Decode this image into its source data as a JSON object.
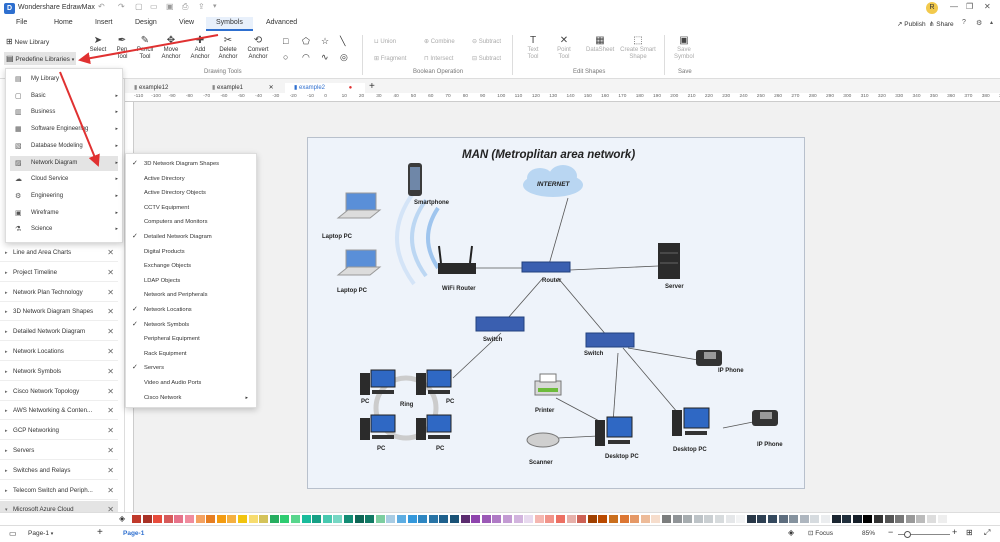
{
  "app": {
    "title": "Wondershare EdrawMax",
    "user_initial": "R",
    "publish_label": "Publish",
    "share_label": "Share"
  },
  "menu": {
    "file": "File",
    "home": "Home",
    "insert": "Insert",
    "design": "Design",
    "view": "View",
    "symbols": "Symbols",
    "advanced": "Advanced"
  },
  "ribbon": {
    "new_library": "New Library",
    "predefine_libraries": "Predefine Libraries",
    "select": "Select",
    "pen_tool": "Pen Tool",
    "pencil_tool": "Pencil Tool",
    "move_anchor": "Move Anchor",
    "add_anchor": "Add Anchor",
    "delete_anchor": "Delete Anchor",
    "convert_anchor": "Convert Anchor",
    "drawing_tools": "Drawing Tools",
    "union": "Union",
    "combine": "Combine",
    "subtract": "Subtract",
    "fragment": "Fragment",
    "intersect": "Intersect",
    "subtract2": "Subtract",
    "boolean_operation": "Boolean Operation",
    "text_tool": "Text Tool",
    "point_tool": "Point Tool",
    "datasheet": "DataSheet",
    "create_smart_shape": "Create Smart Shape",
    "edit_shapes": "Edit Shapes",
    "save_symbol": "Save Symbol",
    "save": "Save"
  },
  "dropdown": [
    "My Library",
    "Basic",
    "Business",
    "Software Engineering",
    "Database Modeling",
    "Network Diagram",
    "Cloud Service",
    "Engineering",
    "Wireframe",
    "Science"
  ],
  "submenu": [
    {
      "label": "3D Network Diagram Shapes",
      "checked": true
    },
    {
      "label": "Active Directory",
      "checked": false
    },
    {
      "label": "Active Directory Objects",
      "checked": false
    },
    {
      "label": "CCTV Equipment",
      "checked": false
    },
    {
      "label": "Computers and Monitors",
      "checked": false
    },
    {
      "label": "Detailed Network Diagram",
      "checked": true
    },
    {
      "label": "Digital Products",
      "checked": false
    },
    {
      "label": "Exchange Objects",
      "checked": false
    },
    {
      "label": "LDAP Objects",
      "checked": false
    },
    {
      "label": "Network and Peripherals",
      "checked": false
    },
    {
      "label": "Network Locations",
      "checked": true
    },
    {
      "label": "Network Symbols",
      "checked": true
    },
    {
      "label": "Peripheral Equipment",
      "checked": false
    },
    {
      "label": "Rack Equipment",
      "checked": false
    },
    {
      "label": "Servers",
      "checked": true
    },
    {
      "label": "Video and Audio Ports",
      "checked": false
    },
    {
      "label": "Cisco Network",
      "checked": false
    }
  ],
  "libraries": [
    "Line and Area Charts",
    "Project Timeline",
    "Network Plan Technology",
    "3D Network Diagram Shapes",
    "Detailed Network Diagram",
    "Network Locations",
    "Network Symbols",
    "Cisco Network Topology",
    "AWS Networking & Conten...",
    "GCP Networking",
    "Servers",
    "Switches and Relays",
    "Telecom Switch and Periph...",
    "Microsoft Azure Cloud"
  ],
  "tabs": [
    "example12",
    "example1",
    "example2"
  ],
  "ruler_ticks": [
    "-110",
    "-100",
    "-90",
    "-80",
    "-70",
    "-60",
    "-50",
    "-40",
    "-30",
    "-20",
    "-10",
    "0",
    "10",
    "20",
    "30",
    "40",
    "50",
    "60",
    "70",
    "80",
    "90",
    "100",
    "110",
    "120",
    "130",
    "140",
    "150",
    "160",
    "170",
    "180",
    "190",
    "200",
    "210",
    "220",
    "230",
    "240",
    "250",
    "260",
    "270",
    "280",
    "290",
    "300",
    "310",
    "320",
    "330",
    "340",
    "350",
    "360",
    "370",
    "380",
    "390"
  ],
  "diagram": {
    "title": "MAN (Metroplitan area network)",
    "internet": "INTERNET",
    "smartphone": "Smartphone",
    "laptop1": "Laptop PC",
    "laptop2": "Laptop PC",
    "wifi_router": "WiFi Router",
    "router": "Router",
    "server": "Server",
    "switch1": "Switch",
    "switch2": "Switch",
    "ip_phone1": "IP Phone",
    "ip_phone2": "IP Phone",
    "ring": "Ring",
    "pc1": "PC",
    "pc2": "PC",
    "pc3": "PC",
    "pc4": "PC",
    "printer": "Printer",
    "scanner": "Scanner",
    "desktop1": "Desktop PC",
    "desktop2": "Desktop PC"
  },
  "colors": {
    "accent": "#2e6fcf",
    "arrow": "#e03131",
    "network_blue": "#3a5fb0"
  },
  "palette": [
    "#c0392b",
    "#a93226",
    "#e74c3c",
    "#d65a5a",
    "#e6738a",
    "#f08c9e",
    "#f4a261",
    "#e67e22",
    "#f39c12",
    "#f5b041",
    "#f1c40f",
    "#f7dc6f",
    "#d4c35a",
    "#27ae60",
    "#2ecc71",
    "#58d68d",
    "#1abc9c",
    "#16a085",
    "#48c9b0",
    "#76d7c4",
    "#138d75",
    "#0e6655",
    "#117a65",
    "#7dcea0",
    "#a9cce3",
    "#5dade2",
    "#3498db",
    "#2e86c1",
    "#2874a6",
    "#1f618d",
    "#1a5276",
    "#5b2c6f",
    "#8e44ad",
    "#9b59b6",
    "#af7ac5",
    "#c39bd3",
    "#d2b4de",
    "#e8daef",
    "#f5b7b1",
    "#f1948a",
    "#ec7063",
    "#e6b0aa",
    "#cd6155",
    "#a04000",
    "#ba4a00",
    "#ca6f1e",
    "#dc7633",
    "#e59866",
    "#edbb99",
    "#f6ddcc",
    "#7b7d7d",
    "#909497",
    "#a6acaf",
    "#bdc3c7",
    "#cacfd2",
    "#d7dbdd",
    "#e5e7e9",
    "#f2f3f4",
    "#283747",
    "#2e4053",
    "#34495e",
    "#5d6d7e",
    "#85929e",
    "#aeb6bf",
    "#d6dbdf",
    "#ebedef",
    "#1b2631",
    "#212f3c",
    "#17202a",
    "#000000",
    "#333333",
    "#555555",
    "#777777",
    "#999999",
    "#bbbbbb",
    "#dddddd",
    "#eeeeee",
    "#ffffff"
  ],
  "status": {
    "page_name": "Page-1",
    "page_tab": "Page-1",
    "focus": "Focus",
    "zoom": "85%"
  }
}
